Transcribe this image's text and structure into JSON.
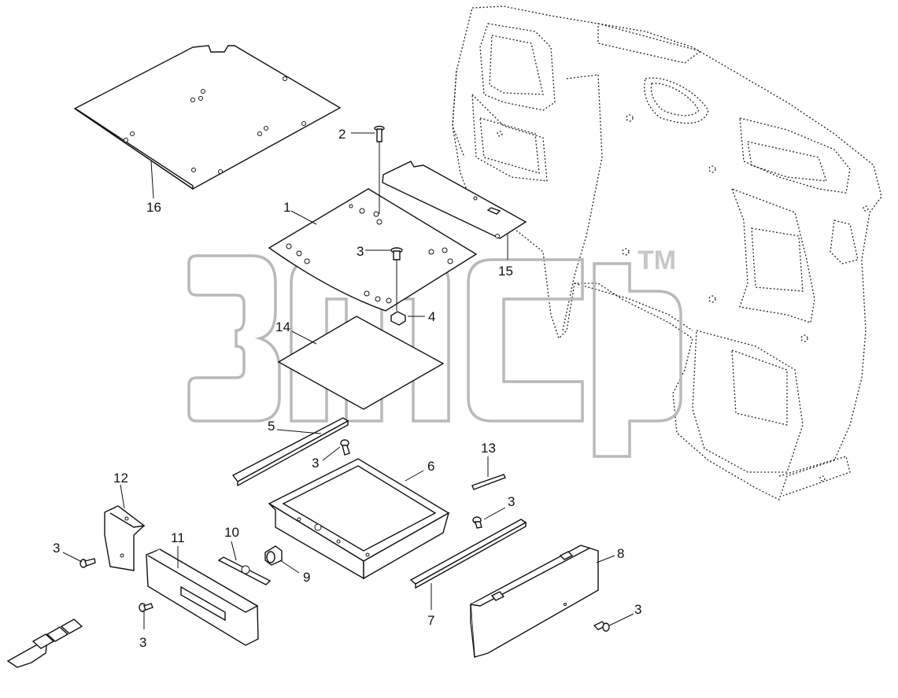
{
  "diagram": {
    "callouts": [
      {
        "id": "c1",
        "label": "1"
      },
      {
        "id": "c2",
        "label": "2"
      },
      {
        "id": "c3a",
        "label": "3"
      },
      {
        "id": "c3b",
        "label": "3"
      },
      {
        "id": "c3c",
        "label": "3"
      },
      {
        "id": "c3d",
        "label": "3"
      },
      {
        "id": "c3e",
        "label": "3"
      },
      {
        "id": "c3f",
        "label": "3"
      },
      {
        "id": "c4",
        "label": "4"
      },
      {
        "id": "c5",
        "label": "5"
      },
      {
        "id": "c6",
        "label": "6"
      },
      {
        "id": "c7",
        "label": "7"
      },
      {
        "id": "c8",
        "label": "8"
      },
      {
        "id": "c9",
        "label": "9"
      },
      {
        "id": "c10",
        "label": "10"
      },
      {
        "id": "c11",
        "label": "11"
      },
      {
        "id": "c12",
        "label": "12"
      },
      {
        "id": "c13",
        "label": "13"
      },
      {
        "id": "c14",
        "label": "14"
      },
      {
        "id": "c15",
        "label": "15"
      },
      {
        "id": "c16",
        "label": "16"
      }
    ],
    "watermark": {
      "trademark": "TM"
    }
  }
}
